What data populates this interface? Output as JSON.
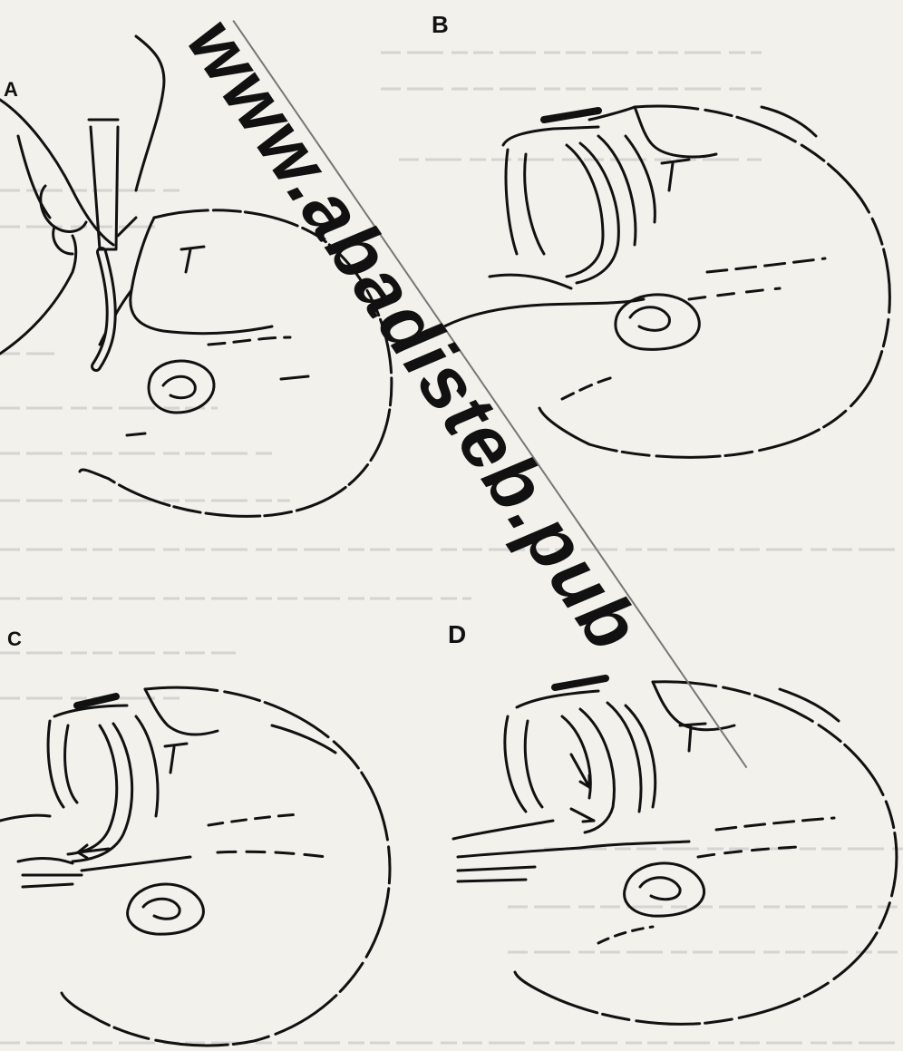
{
  "panels": [
    {
      "label": "A"
    },
    {
      "label": "B"
    },
    {
      "label": "C"
    },
    {
      "label": "D"
    }
  ],
  "watermark": "www.abadisteb.pub"
}
